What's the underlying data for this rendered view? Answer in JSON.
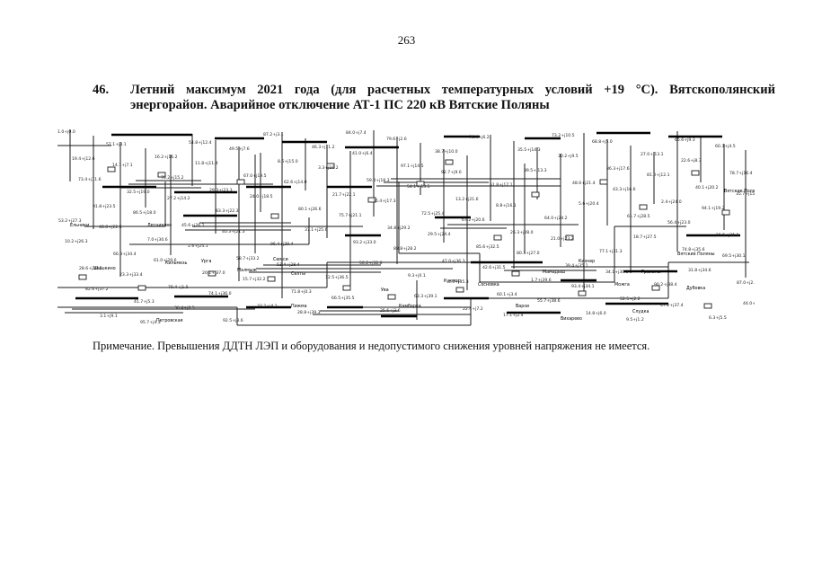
{
  "page_number": "263",
  "heading": {
    "number": "46.",
    "line1": "Летний максимум 2021 года (для расчетных температурных условий +19 °С). Вятскополянский",
    "line2": "энергорайон. Аварийное отключение АТ-1 ПС 220 кВ Вятские Поляны"
  },
  "diagram": {
    "labels": [
      "Вятские Поляны",
      "Вятские Поляны",
      "Ельники",
      "Лесниково",
      "Кильмезь",
      "Шишкино",
      "Урга",
      "Малмыж",
      "Сюмси",
      "Селты",
      "Ува",
      "Камбарка",
      "Кукмор",
      "Сосновка",
      "Мамадыш",
      "Кизнер",
      "Можга",
      "Граханы",
      "Дубовка",
      "Пижма",
      "Варзи",
      "Вихарево",
      "Слудка",
      "Петровская"
    ]
  },
  "note": "Примечание. Превышения ДДТН ЛЭП и оборудования и недопустимого снижения уровней напряжения не имеется."
}
